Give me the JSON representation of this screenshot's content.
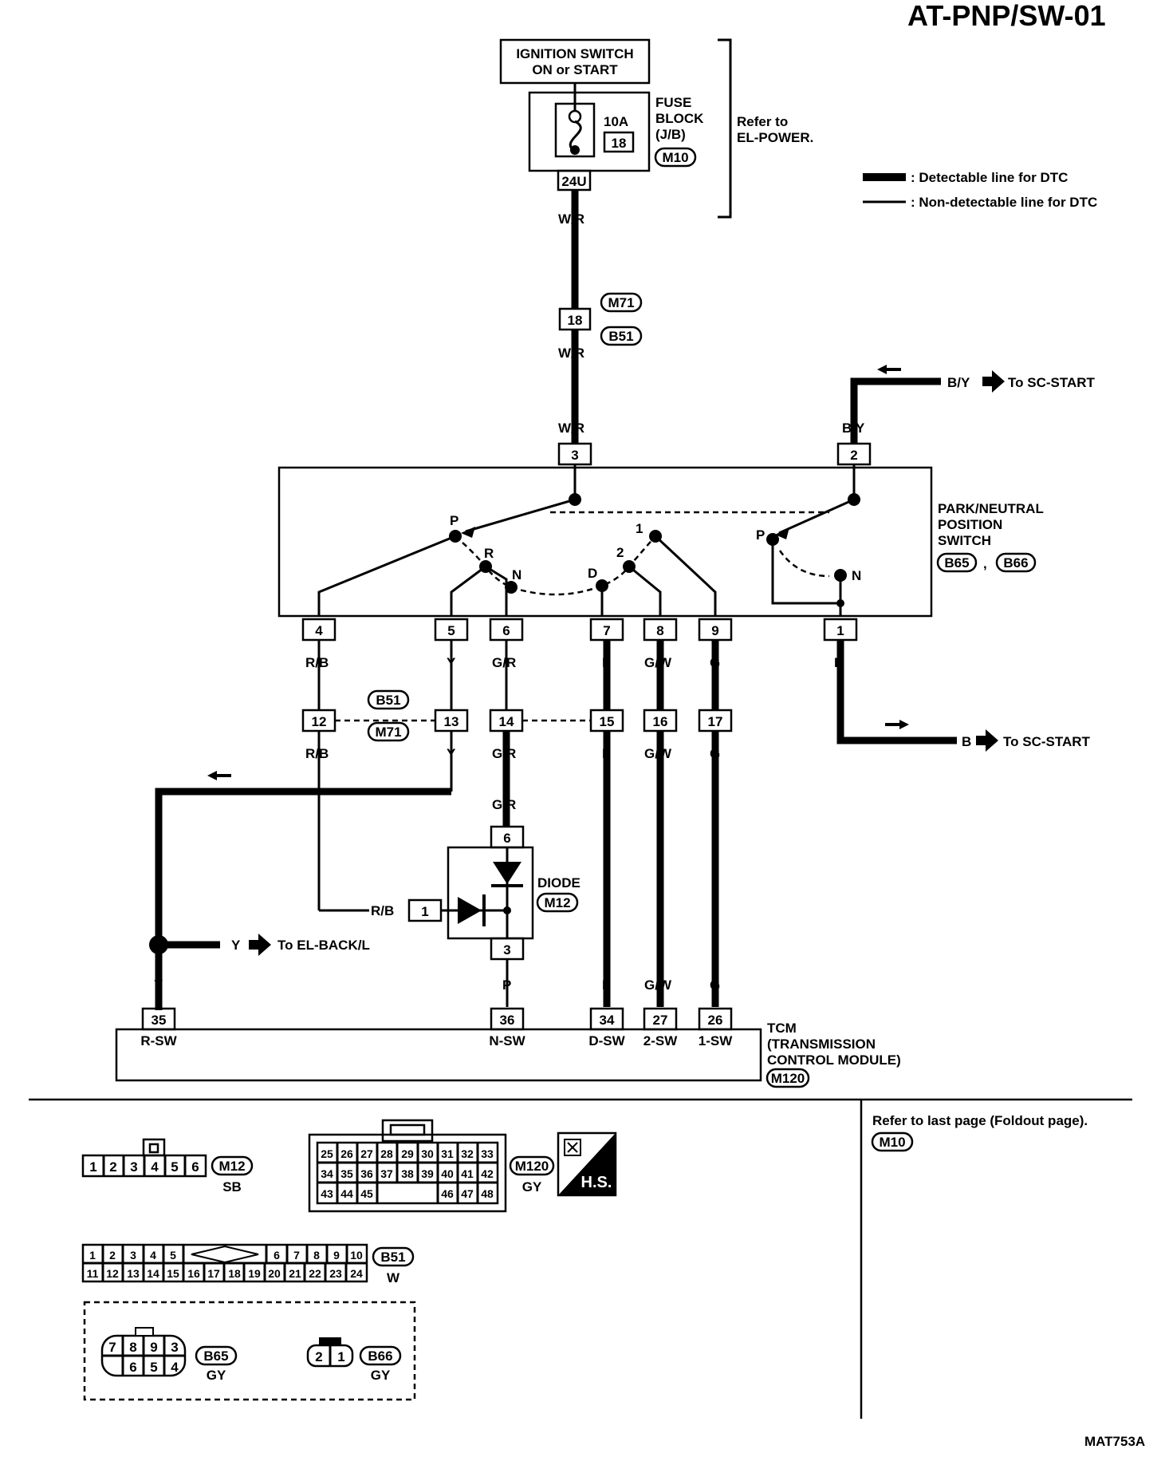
{
  "page_title": "AT-PNP/SW-01",
  "figure_code": "MAT753A",
  "ignition": {
    "line1": "IGNITION SWITCH",
    "line2": "ON or START"
  },
  "fuse": {
    "amp": "10A",
    "number": "18",
    "l1": "FUSE",
    "l2": "BLOCK",
    "l3": "(J/B)",
    "conn": "M10",
    "pin": "24U"
  },
  "refer_power": {
    "l1": "Refer to",
    "l2": "EL-POWER."
  },
  "legend": {
    "detectable": ": Detectable line for DTC",
    "non_detectable": ": Non-detectable line for DTC"
  },
  "wire_colors": {
    "wr": "W/R",
    "by": "B/Y",
    "b": "B",
    "rb": "R/B",
    "y": "Y",
    "gr": "G/R",
    "l": "L",
    "gw": "G/W",
    "g": "G",
    "p": "P"
  },
  "connectors": {
    "m71": "M71",
    "b51": "B51",
    "m12": "M12",
    "m120": "M120",
    "b65": "B65",
    "b66": "B66",
    "m10": "M10",
    "sep": ","
  },
  "to_sc_start": "To SC-START",
  "to_el_back": "To EL-BACK/L",
  "pnp_switch": {
    "l1": "PARK/NEUTRAL",
    "l2": "POSITION",
    "l3": "SWITCH"
  },
  "positions": {
    "p": "P",
    "r": "R",
    "n": "N",
    "d": "D",
    "two": "2",
    "one": "1"
  },
  "pins": {
    "fuse_pin": "18",
    "pnp_top_3": "3",
    "pnp_top_2": "2",
    "pnp_bottom": [
      "4",
      "5",
      "6",
      "7",
      "8",
      "9",
      "1"
    ],
    "joint": [
      "12",
      "13",
      "14",
      "15",
      "16",
      "17"
    ],
    "diode": [
      "6",
      "1",
      "3"
    ],
    "tcm": [
      "35",
      "36",
      "34",
      "27",
      "26"
    ]
  },
  "diode_label": "DIODE",
  "tcm": {
    "terminals": [
      "R-SW",
      "N-SW",
      "D-SW",
      "2-SW",
      "1-SW"
    ],
    "l1": "TCM",
    "l2": "(TRANSMISSION",
    "l3": "CONTROL MODULE)"
  },
  "foldout": "Refer to last page (Foldout page).",
  "hs_label": "H.S.",
  "connector_views": {
    "m12": {
      "cells": [
        "1",
        "2",
        "3",
        "4",
        "5",
        "6"
      ],
      "color": "SB"
    },
    "m120": {
      "row1": [
        "25",
        "26",
        "27",
        "28",
        "29",
        "30",
        "31",
        "32",
        "33"
      ],
      "row2": [
        "34",
        "35",
        "36",
        "37",
        "38",
        "39",
        "40",
        "41",
        "42"
      ],
      "row3a": [
        "43",
        "44",
        "45"
      ],
      "row3b": [
        "46",
        "47",
        "48"
      ],
      "color": "GY"
    },
    "b51": {
      "row1a": [
        "1",
        "2",
        "3",
        "4",
        "5"
      ],
      "row1b": [
        "6",
        "7",
        "8",
        "9",
        "10"
      ],
      "row2": [
        "11",
        "12",
        "13",
        "14",
        "15",
        "16",
        "17",
        "18",
        "19",
        "20",
        "21",
        "22",
        "23",
        "24"
      ],
      "color": "W"
    },
    "b65": {
      "row1": [
        "7",
        "8",
        "9",
        "3"
      ],
      "row2": [
        "6",
        "5",
        "4"
      ],
      "color": "GY"
    },
    "b66": {
      "cells": [
        "2",
        "1"
      ],
      "color": "GY"
    }
  }
}
